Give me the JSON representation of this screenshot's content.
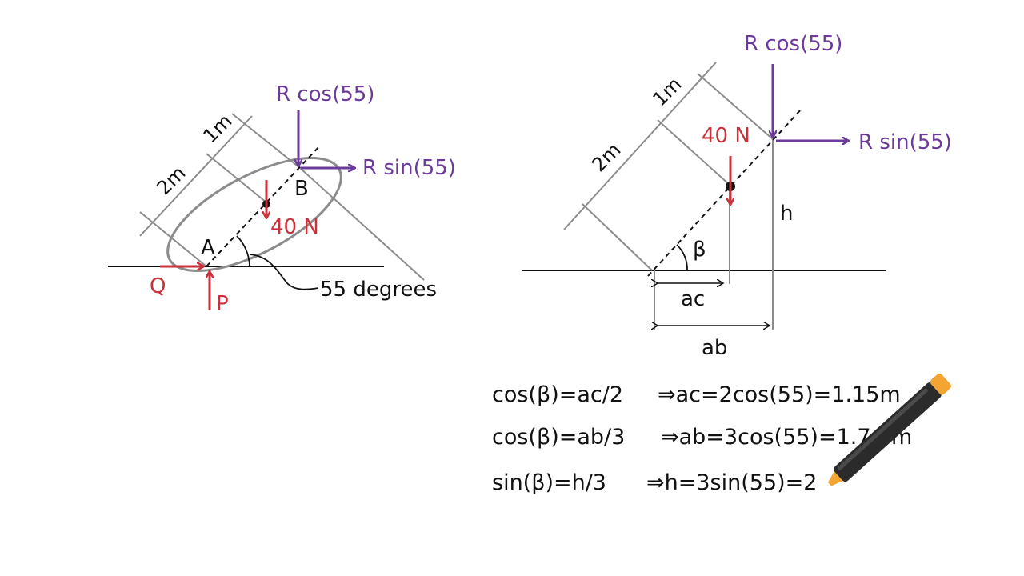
{
  "colors": {
    "reaction": "#6b3a9a",
    "applied": "#c8323a",
    "construction": "#8c8c8c",
    "ink": "#111111",
    "marker_body": "#2b2b2b",
    "marker_cap": "#f2a533"
  },
  "left_diagram": {
    "force_vertical": "R cos(55)",
    "force_horizontal": "R sin(55)",
    "weight": "40 N",
    "dim_short": "1m",
    "dim_long": "2m",
    "point_a": "A",
    "point_b": "B",
    "friction": "Q",
    "normal": "P",
    "angle_note": "55 degrees"
  },
  "right_diagram": {
    "force_vertical": "R cos(55)",
    "force_horizontal": "R sin(55)",
    "weight": "40 N",
    "dim_short": "1m",
    "dim_long": "2m",
    "height": "h",
    "angle": "β",
    "span_ac": "ac",
    "span_ab": "ab"
  },
  "equations": [
    {
      "left": "cos(β)=ac/2",
      "right": "⇒ac=2cos(55)=1.15m"
    },
    {
      "left": "cos(β)=ab/3",
      "right": "⇒ab=3cos(55)=1.7"
    },
    {
      "left": "sin(β)=h/3",
      "right": "⇒h=3sin(55)=2"
    }
  ],
  "partial_ab_unit": "m",
  "icons": {
    "pen": "marker-pen-icon"
  }
}
